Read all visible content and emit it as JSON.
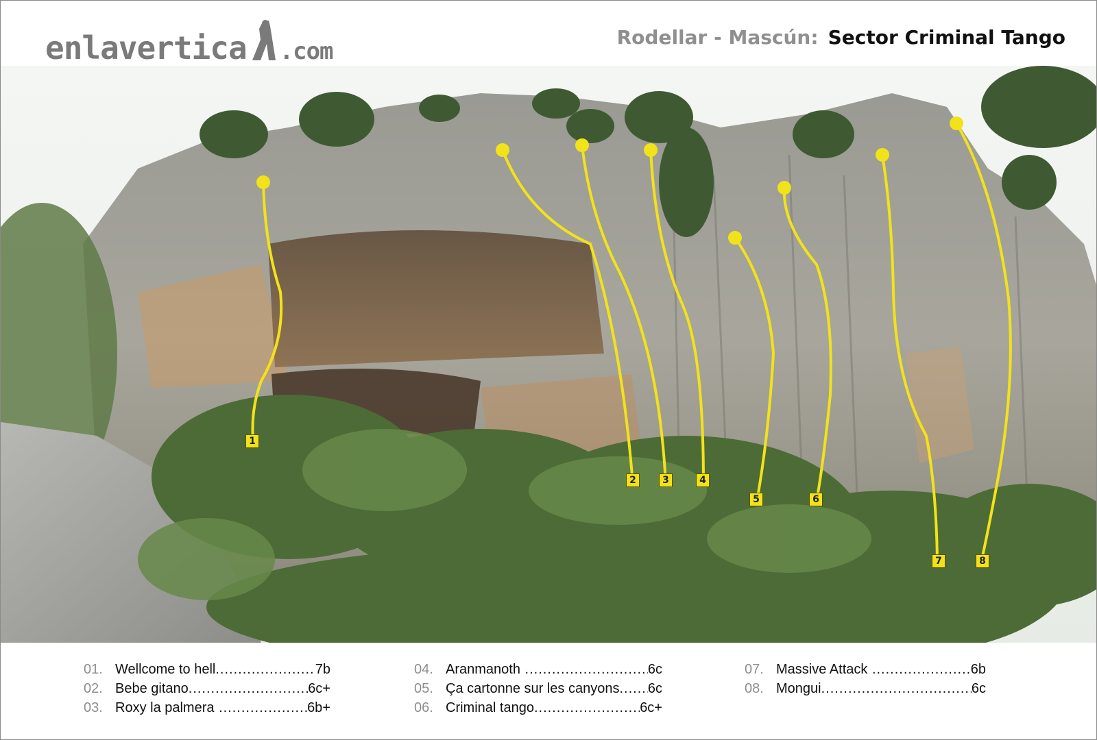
{
  "header": {
    "logo": {
      "main": "enlavertica",
      "domain": ".com"
    },
    "area": "Rodellar - Mascún:",
    "sector": "Sector Criminal Tango"
  },
  "routes": [
    {
      "number": "01.",
      "label": "1",
      "name": "Wellcome to hell",
      "grade": "7b"
    },
    {
      "number": "02.",
      "label": "2",
      "name": "Bebe gitano",
      "grade": "6c+"
    },
    {
      "number": "03.",
      "label": "3",
      "name": "Roxy la palmera",
      "grade": "6b+"
    },
    {
      "number": "04.",
      "label": "4",
      "name": "Aranmanoth",
      "grade": "6c"
    },
    {
      "number": "05.",
      "label": "5",
      "name": "Ça cartonne sur les canyons",
      "grade": "6c"
    },
    {
      "number": "06.",
      "label": "6",
      "name": "Criminal tango",
      "grade": "6c+"
    },
    {
      "number": "07.",
      "label": "7",
      "name": "Massive Attack",
      "grade": "6b"
    },
    {
      "number": "08.",
      "label": "8",
      "name": "Mongui",
      "grade": "6c"
    }
  ],
  "colors": {
    "route_line": "#f2e21a",
    "title_gray": "#8f8f8f",
    "title_dark": "#111111"
  }
}
